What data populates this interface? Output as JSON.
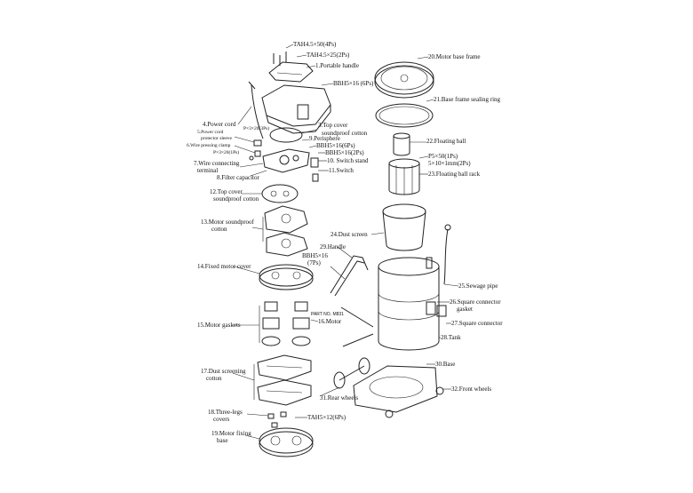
{
  "labels": {
    "l01": "TAH4.5×50(4Ps)",
    "l02": "TAH4.5×25(2Ps)",
    "l03": "1.Portable handle",
    "l04": "BBH5×16 (6Ps)",
    "l05": "4.Power cord",
    "l06": "5.Power cord",
    "l06b": "protector sleeve",
    "l07": "P×3×20(3Ps)",
    "l08": "3.Top cover",
    "l08b": "soundproof cotton",
    "l09": "9.Perisphere",
    "l10": "BBH5×16(6Ps)",
    "l11": "BBH5×16(2Ps)",
    "l12": "6.Wire pressing clamp",
    "l13": "P×3×20(1Ps)",
    "l14": "10. Switch stand",
    "l15": "7.Wire connecting",
    "l15b": "terminal",
    "l16": "11.Switch",
    "l17": "8.Filter capacitor",
    "l18": "12.Top cover",
    "l18b": "soundproof cotton",
    "l19": "13.Motor soundproof",
    "l19b": "cotton",
    "l20": "20.Motor base frame",
    "l21": "21.Base frame sealing ring",
    "l22": "22.Floating ball",
    "l23": "P5×50(1Ps)",
    "l24": "5×10×1mm(2Ps)",
    "l25": "23.Floating ball rack",
    "l26": "24.Dust screen",
    "l27": "29.Handle",
    "l28": "BBH5×16",
    "l28b": "(7Ps)",
    "l29": "14.Fixed motor cover",
    "l30": "25.Sewage pipe",
    "l31": "PART NO. M831",
    "l32": "16.Motor",
    "l33": "26.Square connector",
    "l33b": "gasket",
    "l34": "15.Motor gaskets",
    "l35": "27.Square connector",
    "l36": "28.Tank",
    "l37": "17.Dust screening",
    "l37b": "cotton",
    "l38": "30.Base",
    "l39": "32.Front wheels",
    "l40": "31.Rear wheels",
    "l41": "18.Three-legs",
    "l41b": "covers",
    "l42": "TAH5×12(6Ps)",
    "l43": "19.Motor fixing",
    "l43b": "base"
  }
}
